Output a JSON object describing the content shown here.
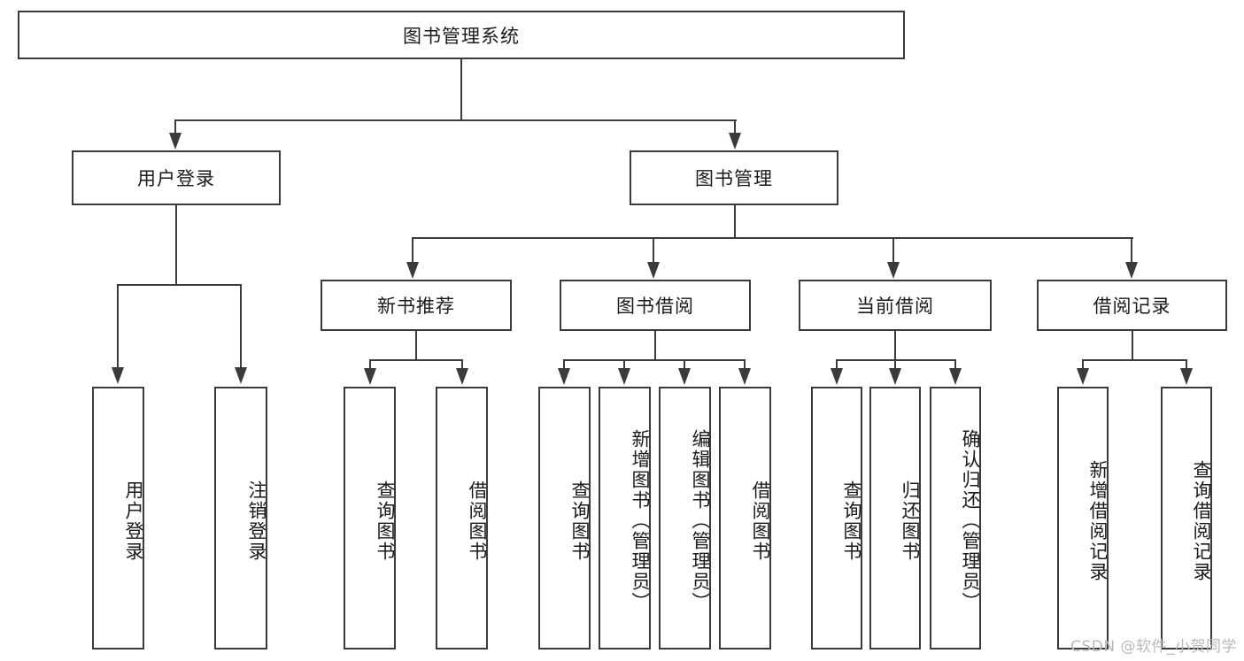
{
  "diagram": {
    "type": "tree-hierarchy-chart",
    "title": "图书管理系统",
    "root": {
      "id": "root",
      "label": "图书管理系统"
    },
    "level2": [
      {
        "id": "user-login",
        "label": "用户登录"
      },
      {
        "id": "book-manage",
        "label": "图书管理"
      }
    ],
    "level3": [
      {
        "id": "new-book-recommend",
        "label": "新书推荐"
      },
      {
        "id": "book-borrow",
        "label": "图书借阅"
      },
      {
        "id": "current-borrow",
        "label": "当前借阅"
      },
      {
        "id": "borrow-record",
        "label": "借阅记录"
      }
    ],
    "leaves": {
      "user_login": [
        {
          "id": "leaf-user-login",
          "label": "用户登录"
        },
        {
          "id": "leaf-logout-login",
          "label": "注销登录"
        }
      ],
      "new_book_recommend": [
        {
          "id": "leaf-query-book-1",
          "label": "查询图书"
        },
        {
          "id": "leaf-borrow-book-1",
          "label": "借阅图书"
        }
      ],
      "book_borrow": [
        {
          "id": "leaf-query-book-2",
          "label": "查询图书"
        },
        {
          "id": "leaf-add-book",
          "label": "新增图书（管理员）"
        },
        {
          "id": "leaf-edit-book",
          "label": "编辑图书（管理员）"
        },
        {
          "id": "leaf-borrow-book-2",
          "label": "借阅图书"
        }
      ],
      "current_borrow": [
        {
          "id": "leaf-query-book-3",
          "label": "查询图书"
        },
        {
          "id": "leaf-return-book",
          "label": "归还图书"
        },
        {
          "id": "leaf-confirm-return",
          "label": "确认归还（管理员）"
        }
      ],
      "borrow_record": [
        {
          "id": "leaf-add-borrow-record",
          "label": "新增借阅记录"
        },
        {
          "id": "leaf-query-borrow-record",
          "label": "查询借阅记录"
        }
      ]
    },
    "watermark": "CSDN @软件_小贺同学",
    "colors": {
      "stroke": "#3b3b3b",
      "fill": "#ffffff",
      "text": "#1a1a1a",
      "watermark": "#b9b9b9"
    }
  }
}
